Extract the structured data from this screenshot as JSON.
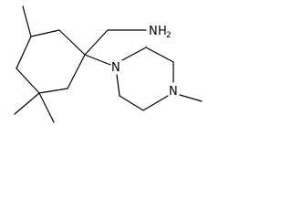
{
  "molecule": {
    "atoms": {
      "amine_n": "N",
      "amine_h": "H",
      "amine_h_count": "2",
      "piperazine_n1": "N",
      "piperazine_n4": "N"
    }
  }
}
